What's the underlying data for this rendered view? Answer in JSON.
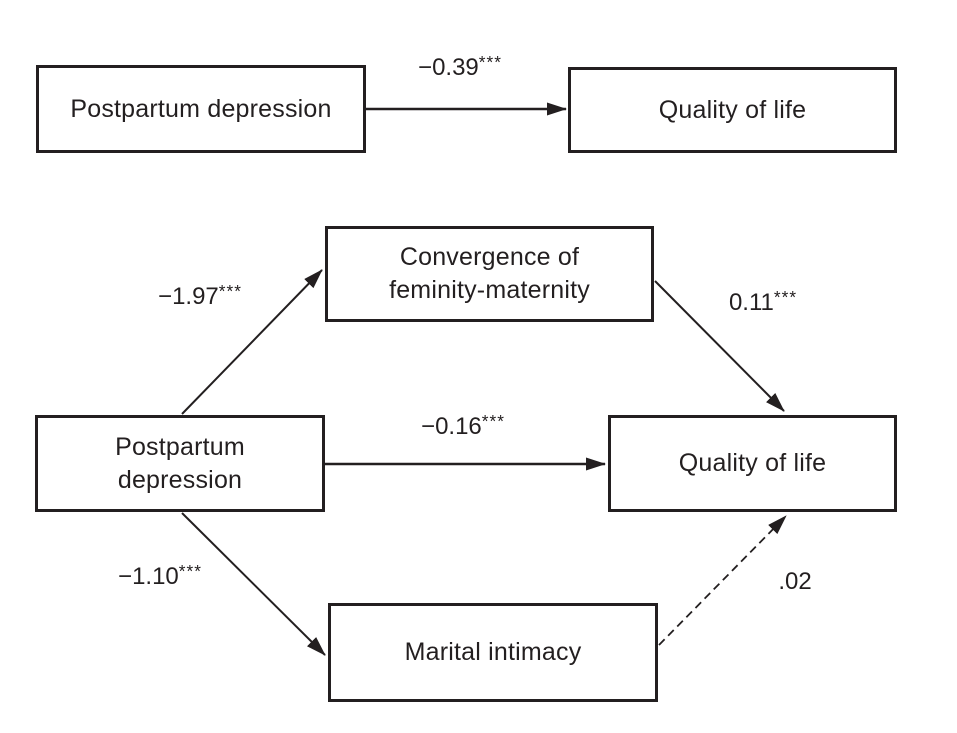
{
  "colors": {
    "line": "#231f20",
    "text": "#231f20",
    "background": "#ffffff"
  },
  "top_model": {
    "boxes": [
      {
        "id": "postpartum-depression",
        "label": "Postpartum depression"
      },
      {
        "id": "quality-of-life",
        "label": "Quality of life"
      }
    ],
    "edges": [
      {
        "from": "Postpartum depression",
        "to": "Quality of life",
        "coef": "−0.39",
        "sig": "***",
        "line": "solid"
      }
    ]
  },
  "mediation_model": {
    "boxes": [
      {
        "id": "postpartum-depression",
        "label": "Postpartum\ndepression"
      },
      {
        "id": "convergence-feminity-maternity",
        "label": "Convergence of\nfeminity-maternity"
      },
      {
        "id": "marital-intimacy",
        "label": "Marital intimacy"
      },
      {
        "id": "quality-of-life",
        "label": "Quality of life"
      }
    ],
    "edges": [
      {
        "from": "Postpartum depression",
        "to": "Convergence of feminity-maternity",
        "coef": "−1.97",
        "sig": "***",
        "line": "solid"
      },
      {
        "from": "Convergence of feminity-maternity",
        "to": "Quality of life",
        "coef": "0.11",
        "sig": "***",
        "line": "solid"
      },
      {
        "from": "Postpartum depression",
        "to": "Quality of life",
        "coef": "−0.16",
        "sig": "***",
        "line": "solid"
      },
      {
        "from": "Postpartum depression",
        "to": "Marital intimacy",
        "coef": "−1.10",
        "sig": "***",
        "line": "solid"
      },
      {
        "from": "Marital intimacy",
        "to": "Quality of life",
        "coef": ".02",
        "sig": "",
        "line": "dashed"
      }
    ]
  }
}
